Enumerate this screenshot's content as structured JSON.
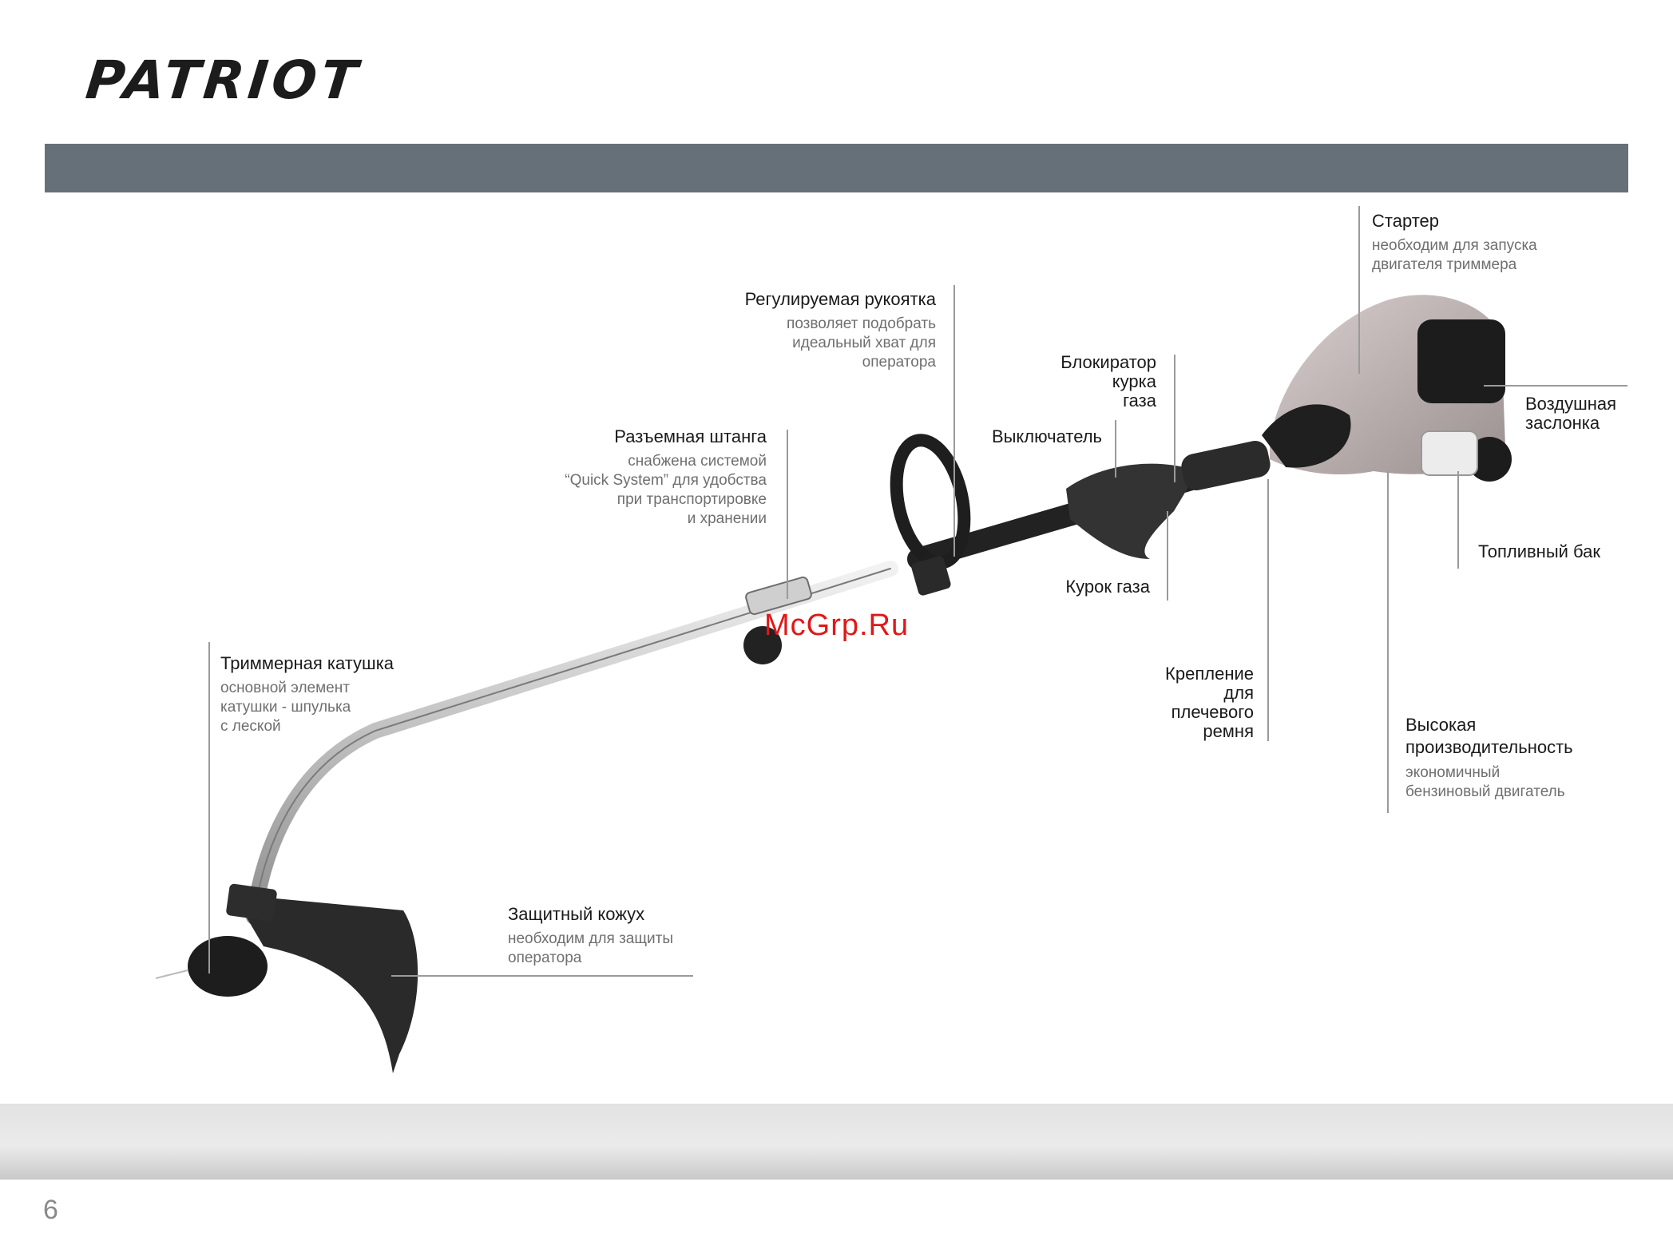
{
  "brand": {
    "logo_text": "PATRIOT"
  },
  "page": {
    "number": "6",
    "watermark": "McGrp.Ru"
  },
  "callouts": {
    "starter": {
      "title": "Стартер",
      "desc": "необходим для запуска\nдвигателя триммера"
    },
    "handle": {
      "title": "Регулируемая рукоятка",
      "desc": "позволяет подобрать\nидеальный хват для\nоператора"
    },
    "throttle_lock": {
      "title": "Блокиратор\nкурка\nгаза"
    },
    "switch": {
      "title": "Выключатель"
    },
    "air_damper": {
      "title": "Воздушная\nзаслонка"
    },
    "split_shaft": {
      "title": "Разъемная штанга",
      "desc": "снабжена системой\n“Quick System” для удобства\nпри транспортировке\nи хранении"
    },
    "fuel_tank": {
      "title": "Топливный бак"
    },
    "throttle_trigger": {
      "title": "Курок газа"
    },
    "trimmer_head": {
      "title": "Триммерная катушка",
      "desc": "основной элемент\nкатушки - шпулька\nс леской"
    },
    "shoulder_mount": {
      "title": "Крепление\nдля\nплечевого\nремня"
    },
    "performance": {
      "title": "Высокая\nпроизводительность",
      "desc": "экономичный\nбензиновый двигатель"
    },
    "guard": {
      "title": "Защитный кожух",
      "desc": "необходим для защиты\nоператора"
    }
  }
}
